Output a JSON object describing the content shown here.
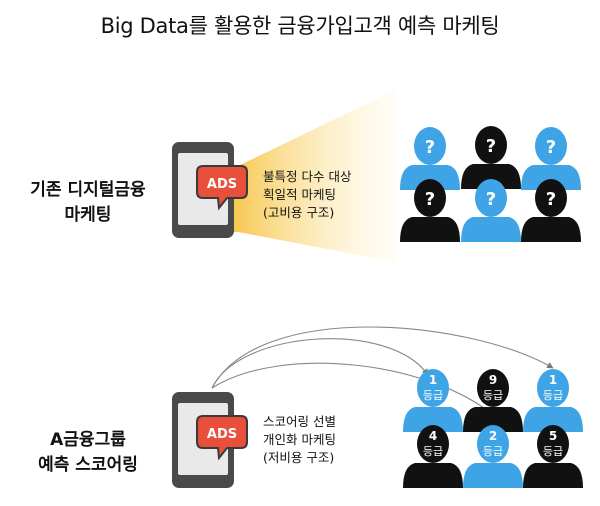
{
  "title": "Big Data를 활용한 금융가입고객 예측 마케팅",
  "colors": {
    "blue": "#3fa4e6",
    "black": "#111111",
    "ads_red": "#e8503c",
    "phone_frame": "#4a4a4a",
    "phone_screen": "#e9e9e9",
    "beam": "#f7c64a"
  },
  "traditional": {
    "label_line1": "기존 디지털금융",
    "label_line2": "마케팅",
    "ads_text": "ADS",
    "desc": [
      "불특정 다수 대상",
      "획일적 마케팅",
      "(고비용 구조)"
    ],
    "people_mark": "?"
  },
  "group_a": {
    "label_line1": "A금융그룹",
    "label_line2": "예측 스코어링",
    "ads_text": "ADS",
    "desc": [
      "스코어링 선별",
      "개인화 마케팅",
      "(저비용 구조)"
    ],
    "grade_word": "등급",
    "grades": [
      "1",
      "9",
      "1",
      "4",
      "2",
      "5"
    ]
  }
}
